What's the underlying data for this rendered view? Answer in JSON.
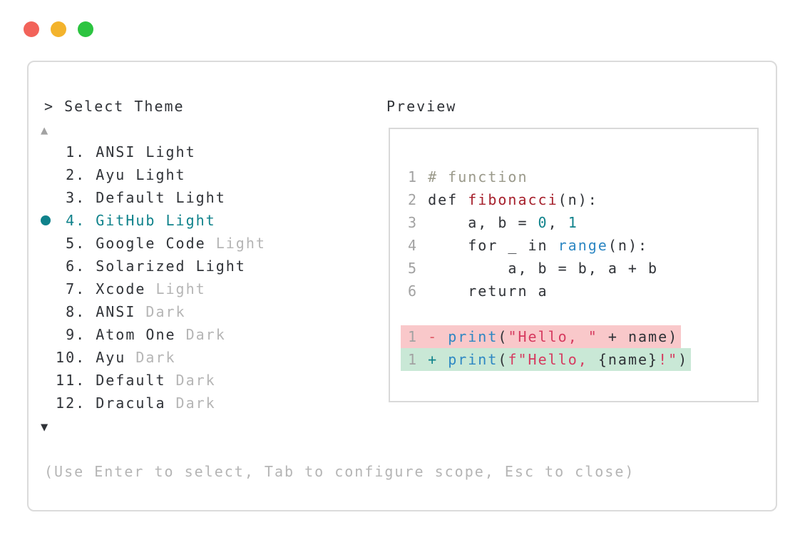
{
  "window": {
    "traffic_lights": {
      "close": "#f2635a",
      "minimize": "#f3b32c",
      "zoom": "#2cc440"
    }
  },
  "palette": {
    "text": "#303338",
    "gray": "#a2a2a2",
    "muted": "#b5b5b5",
    "teal": "#0f828b",
    "comment": "#9a998a",
    "name_red": "#a6202c",
    "string": "#d63a5f",
    "blue": "#2d87c3",
    "minus": "#df5a65",
    "plus": "#0f828b",
    "del_bg": "#f9c8ca",
    "add_bg": "#c9e8d6"
  },
  "selector": {
    "title": "> Select Theme",
    "up_arrow": "▲",
    "down_arrow": "▼",
    "themes": [
      {
        "num": "  1.",
        "name": "ANSI",
        "variant": "Light",
        "muted_variant": false,
        "selected": false
      },
      {
        "num": "  2.",
        "name": "Ayu",
        "variant": "Light",
        "muted_variant": false,
        "selected": false
      },
      {
        "num": "  3.",
        "name": "Default",
        "variant": "Light",
        "muted_variant": false,
        "selected": false
      },
      {
        "num": "  4.",
        "name": "GitHub",
        "variant": "Light",
        "muted_variant": false,
        "selected": true
      },
      {
        "num": "  5.",
        "name": "Google Code",
        "variant": "Light",
        "muted_variant": true,
        "selected": false
      },
      {
        "num": "  6.",
        "name": "Solarized",
        "variant": "Light",
        "muted_variant": false,
        "selected": false
      },
      {
        "num": "  7.",
        "name": "Xcode",
        "variant": "Light",
        "muted_variant": true,
        "selected": false
      },
      {
        "num": "  8.",
        "name": "ANSI",
        "variant": "Dark",
        "muted_variant": true,
        "selected": false
      },
      {
        "num": "  9.",
        "name": "Atom One",
        "variant": "Dark",
        "muted_variant": true,
        "selected": false
      },
      {
        "num": " 10.",
        "name": "Ayu",
        "variant": "Dark",
        "muted_variant": true,
        "selected": false
      },
      {
        "num": " 11.",
        "name": "Default",
        "variant": "Dark",
        "muted_variant": true,
        "selected": false
      },
      {
        "num": " 12.",
        "name": "Dracula",
        "variant": "Dark",
        "muted_variant": true,
        "selected": false
      }
    ],
    "help": "(Use Enter to select, Tab to configure scope, Esc to close)"
  },
  "preview": {
    "label": "Preview",
    "code_lines": [
      {
        "num": "1",
        "tokens": [
          [
            "# function",
            "comment"
          ]
        ]
      },
      {
        "num": "2",
        "tokens": [
          [
            "def ",
            "text"
          ],
          [
            "fibonacci",
            "name_red"
          ],
          [
            "(n):",
            "text"
          ]
        ]
      },
      {
        "num": "3",
        "tokens": [
          [
            "    a, b = ",
            "text"
          ],
          [
            "0",
            "teal"
          ],
          [
            ", ",
            "text"
          ],
          [
            "1",
            "teal"
          ]
        ]
      },
      {
        "num": "4",
        "tokens": [
          [
            "    for _ in ",
            "text"
          ],
          [
            "range",
            "blue"
          ],
          [
            "(n):",
            "text"
          ]
        ]
      },
      {
        "num": "5",
        "tokens": [
          [
            "        a, b = b, a + b",
            "text"
          ]
        ]
      },
      {
        "num": "6",
        "tokens": [
          [
            "    return a",
            "text"
          ]
        ]
      }
    ],
    "diff_lines": [
      {
        "num": "1",
        "sign": "-",
        "sign_color": "minus",
        "bg": "del_bg",
        "kind": "removed",
        "tokens": [
          [
            "print",
            "blue"
          ],
          [
            "(",
            "text"
          ],
          [
            "\"Hello, \"",
            "string"
          ],
          [
            " + name)",
            "text"
          ]
        ]
      },
      {
        "num": "1",
        "sign": "+",
        "sign_color": "plus",
        "bg": "add_bg",
        "kind": "added",
        "tokens": [
          [
            "print",
            "blue"
          ],
          [
            "(",
            "text"
          ],
          [
            "f\"Hello, ",
            "string"
          ],
          [
            "{name}",
            "text"
          ],
          [
            "!\"",
            "string"
          ],
          [
            ")",
            "text"
          ]
        ]
      }
    ]
  }
}
